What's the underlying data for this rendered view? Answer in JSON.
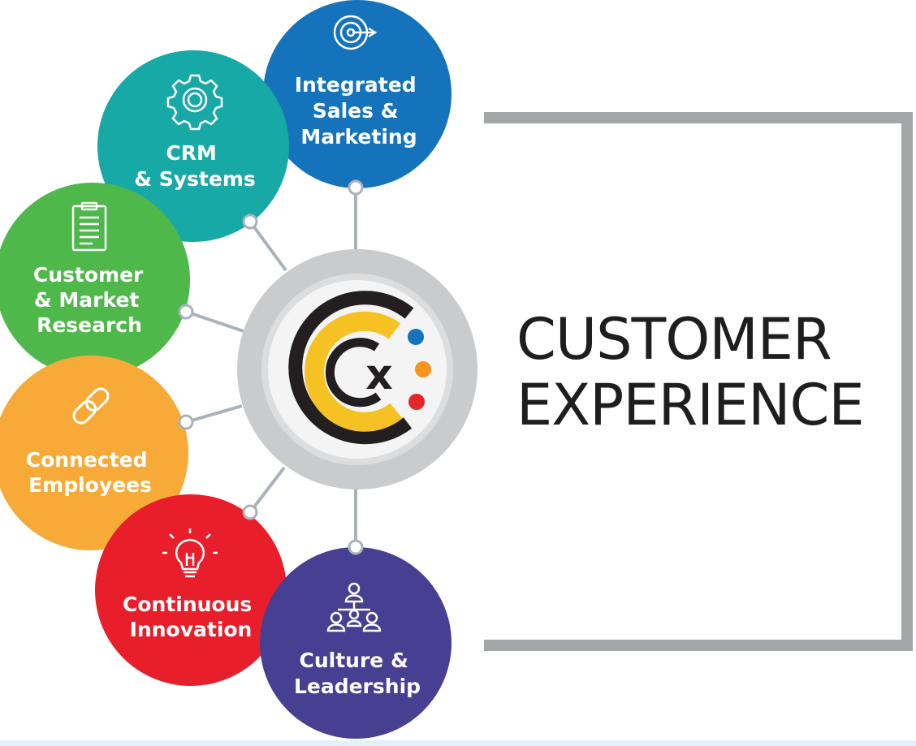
{
  "headline": {
    "line1": "CUSTOMER",
    "line2": "EXPERIENCE"
  },
  "logo": {
    "letter": "x",
    "dot_colors": [
      "#1473bb",
      "#f7931e",
      "#e3262a"
    ],
    "ring_colors": {
      "outer": "#231f20",
      "inner": "#f6c223"
    }
  },
  "nodes": [
    {
      "id": "integrated-sales",
      "lines": [
        "Integrated",
        "Sales &",
        "Marketing"
      ],
      "icon": "target-icon",
      "color": "#1473bb"
    },
    {
      "id": "crm-systems",
      "lines": [
        "CRM",
        "& Systems"
      ],
      "icon": "gear-icon",
      "color": "#17a9a6"
    },
    {
      "id": "customer-research",
      "lines": [
        "Customer",
        "& Market",
        "Research"
      ],
      "icon": "clipboard-icon",
      "color": "#4fb84b"
    },
    {
      "id": "connected-employees",
      "lines": [
        "Connected",
        "Employees"
      ],
      "icon": "chain-link-icon",
      "color": "#f7aa38"
    },
    {
      "id": "continuous-innovation",
      "lines": [
        "Continuous",
        "Innovation"
      ],
      "icon": "lightbulb-icon",
      "color": "#e81f2b"
    },
    {
      "id": "culture-leadership",
      "lines": [
        "Culture &",
        "Leadership"
      ],
      "icon": "team-hierarchy-icon",
      "color": "#473f91"
    }
  ],
  "colors": {
    "frame": "#a4a5a7",
    "connector": "#a9b2bb",
    "hub_ring": "#c9cbcd",
    "footer_strip": "#e1f1f7"
  }
}
